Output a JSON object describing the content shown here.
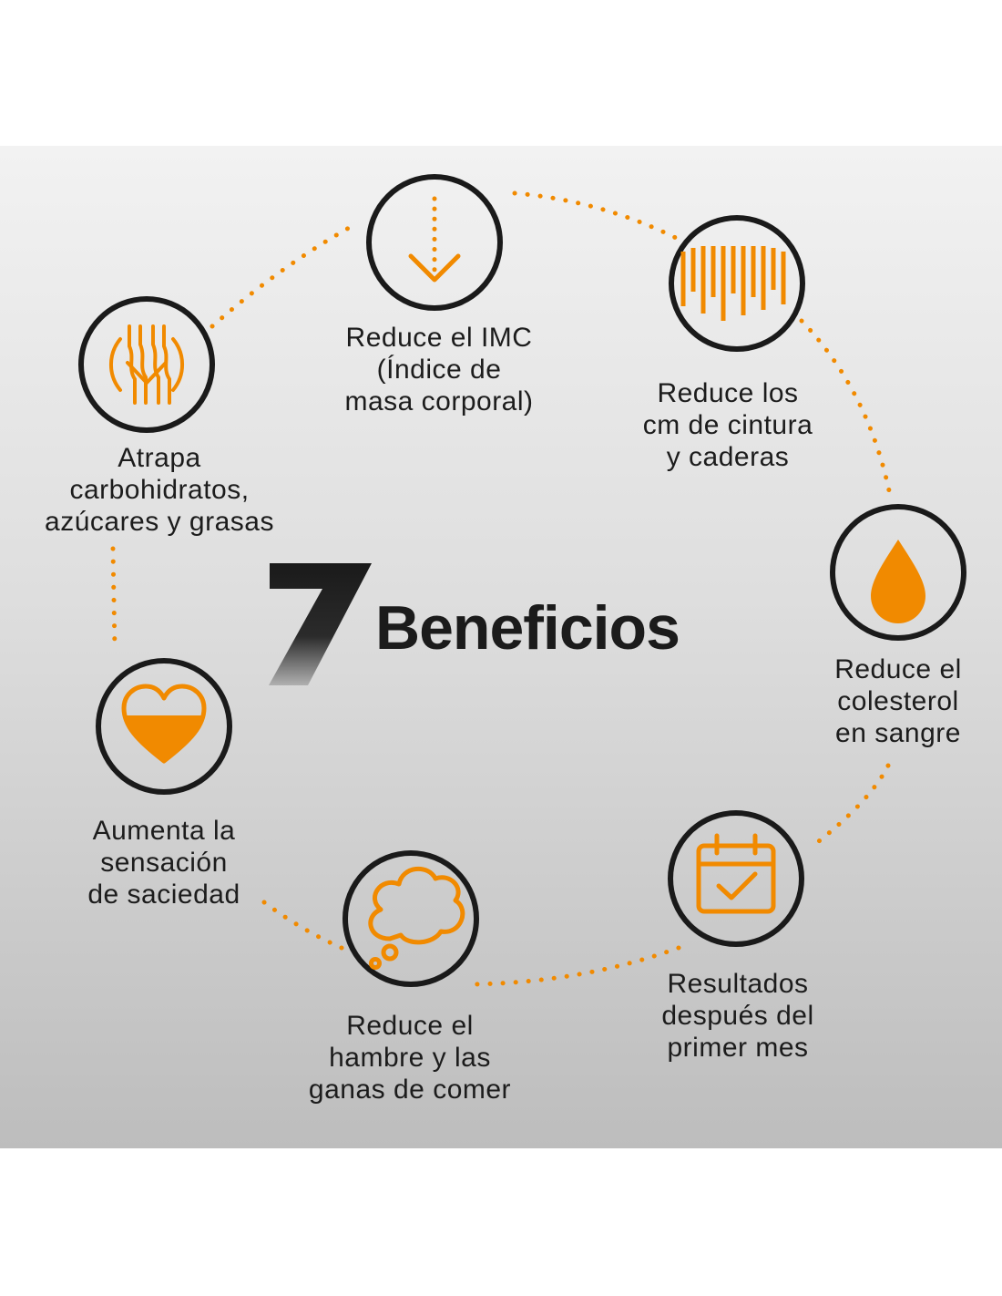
{
  "title": {
    "number": "7",
    "word": "Beneficios"
  },
  "benefits": [
    {
      "text": "Reduce el IMC\n(Índice de\nmasa corporal)",
      "icon": "down-arrow-icon"
    },
    {
      "text": "Reduce los\ncm de cintura\ny caderas",
      "icon": "measuring-tape-icon"
    },
    {
      "text": "Reduce el\ncolesterol\nen sangre",
      "icon": "drop-icon"
    },
    {
      "text": "Resultados\ndespués del\nprimer mes",
      "icon": "calendar-check-icon"
    },
    {
      "text": "Reduce el\nhambre y las\nganas de comer",
      "icon": "thought-cloud-icon"
    },
    {
      "text": "Aumenta la\nsensación\nde saciedad",
      "icon": "heart-icon"
    },
    {
      "text": "Atrapa\ncarbohidratos,\nazúcares y grasas",
      "icon": "intestine-icon"
    }
  ],
  "colors": {
    "accent": "#f18a00",
    "ring": "#1a1a1a",
    "text": "#1c1c1c"
  }
}
